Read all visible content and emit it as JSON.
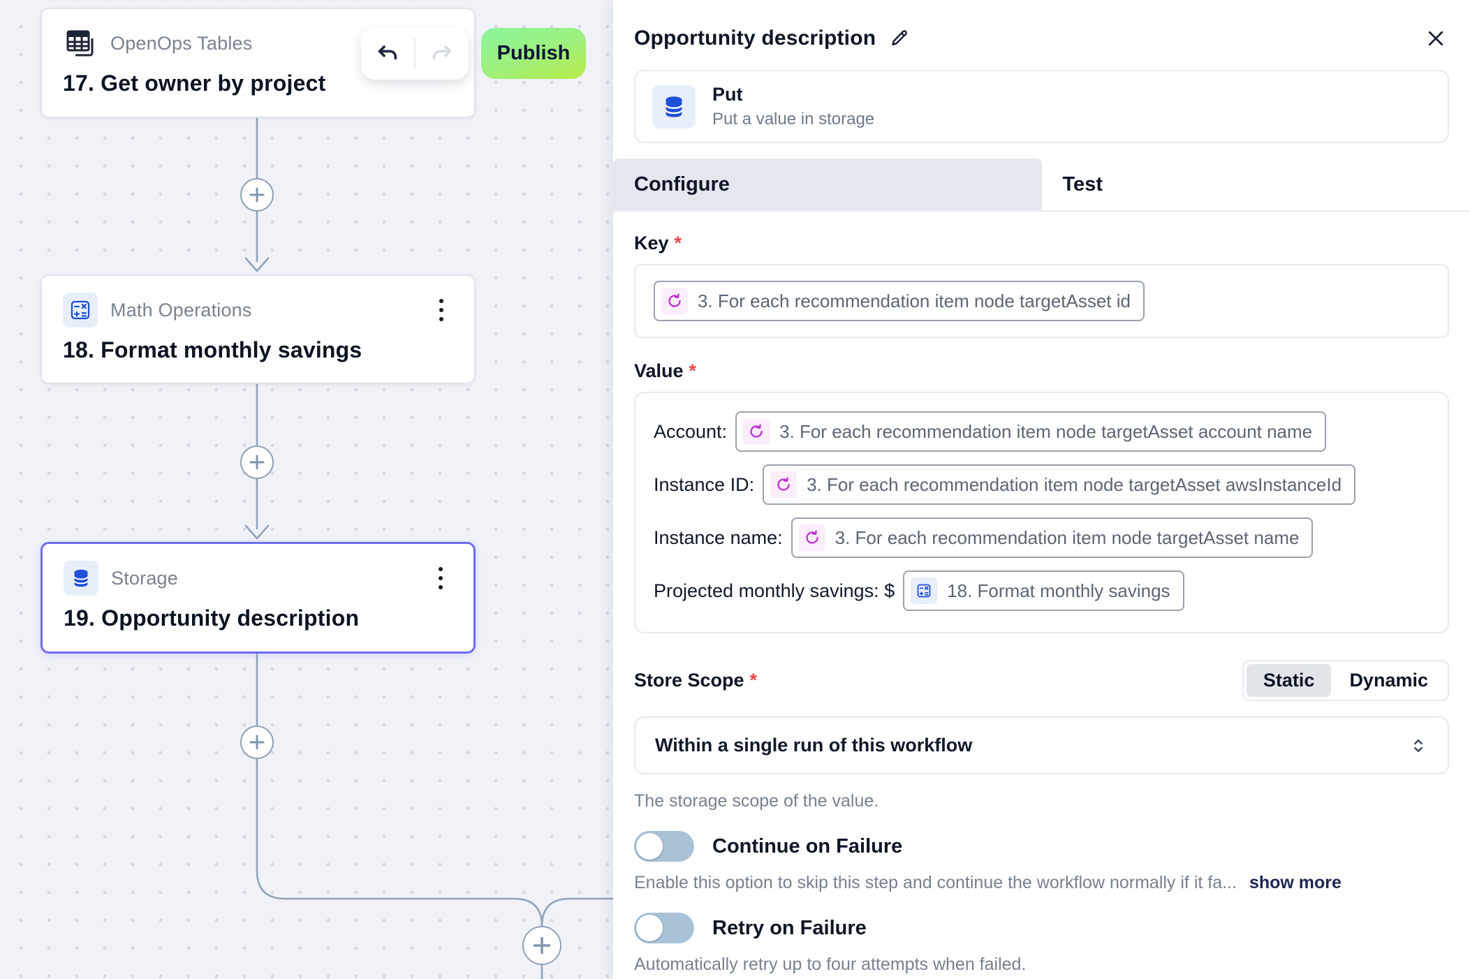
{
  "canvas": {
    "publish_label": "Publish",
    "nodes": [
      {
        "app": "OpenOps Tables",
        "title": "17. Get owner by project"
      },
      {
        "app": "Math Operations",
        "title": "18. Format monthly savings"
      },
      {
        "app": "Storage",
        "title": "19. Opportunity description"
      }
    ]
  },
  "panel": {
    "title": "Opportunity description",
    "required_marker": "*",
    "action": {
      "name": "Put",
      "description": "Put a value in storage"
    },
    "tabs": [
      {
        "label": "Configure"
      },
      {
        "label": "Test"
      }
    ],
    "key": {
      "label": "Key",
      "token": "3. For each recommendation item node targetAsset id"
    },
    "value": {
      "label": "Value",
      "rows": [
        {
          "label": "Account:",
          "token": "3. For each recommendation item node targetAsset account name"
        },
        {
          "label": "Instance ID:",
          "token": "3. For each recommendation item node targetAsset awsInstanceId"
        },
        {
          "label": "Instance name:",
          "token": "3. For each recommendation item node targetAsset name"
        },
        {
          "label": "Projected monthly savings: $",
          "token": "18. Format monthly savings"
        }
      ]
    },
    "store_scope": {
      "label": "Store Scope",
      "options": [
        "Static",
        "Dynamic"
      ],
      "selected": "Static",
      "value": "Within a single run of this workflow",
      "helper": "The storage scope of the value."
    },
    "continue_on_failure": {
      "label": "Continue on Failure",
      "enabled": false,
      "helper": "Enable this option to skip this step and continue the workflow normally if it fa...",
      "show_more": "show more"
    },
    "retry_on_failure": {
      "label": "Retry on Failure",
      "enabled": false,
      "helper": "Automatically retry up to four attempts when failed."
    }
  },
  "colors": {
    "accent_blue": "#1e4fd8",
    "loop_fuchsia": "#c12ed6",
    "selected_node_border": "#6e6cf1",
    "publish_gradient_top": "#8af59e",
    "publish_gradient_bottom": "#b8ec48",
    "connector": "#90a2ba"
  }
}
